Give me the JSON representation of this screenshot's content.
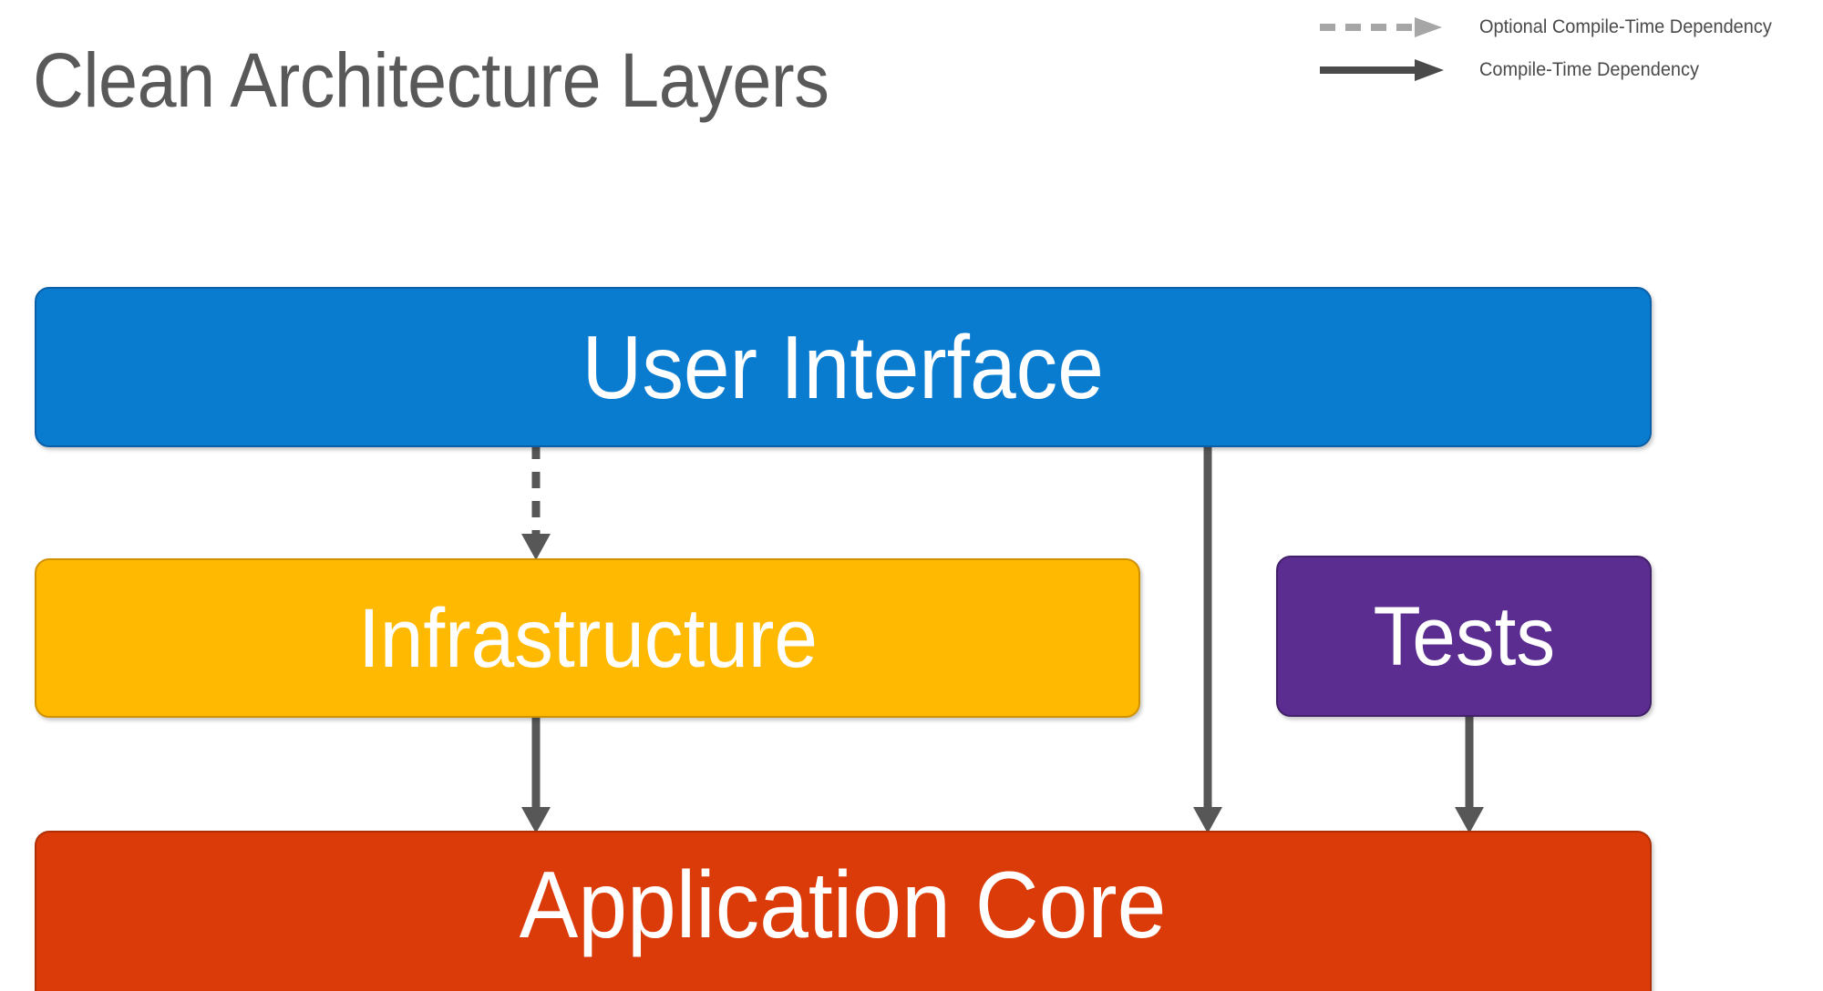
{
  "title": "Clean Architecture Layers",
  "legend": {
    "items": [
      {
        "style": "dashed",
        "icon": "dashed-arrow-right-icon",
        "label": "Optional Compile-Time Dependency",
        "color": "#A6A6A6"
      },
      {
        "style": "solid",
        "icon": "solid-arrow-right-icon",
        "label": "Compile-Time Dependency",
        "color": "#4A4A4A"
      }
    ]
  },
  "layers": [
    {
      "id": "user-interface",
      "label": "User Interface",
      "fill": "#0A7CD0",
      "stroke": "#0A60A8",
      "text_color": "#FFFFFF"
    },
    {
      "id": "infrastructure",
      "label": "Infrastructure",
      "fill": "#FFB900",
      "stroke": "#D19200",
      "text_color": "#FFFFFF"
    },
    {
      "id": "tests",
      "label": "Tests",
      "fill": "#5B2D90",
      "stroke": "#42206A",
      "text_color": "#FFFFFF"
    },
    {
      "id": "application-core",
      "label": "Application Core",
      "fill": "#DA3B08",
      "stroke": "#AF2F06",
      "text_color": "#FFFFFF"
    }
  ],
  "connectors": [
    {
      "id": "ui-to-infrastructure",
      "from": "user-interface",
      "to": "infrastructure",
      "style": "dashed",
      "dependency": "Optional Compile-Time Dependency",
      "color": "#575757"
    },
    {
      "id": "ui-to-application-core",
      "from": "user-interface",
      "to": "application-core",
      "style": "solid",
      "dependency": "Compile-Time Dependency",
      "color": "#575757"
    },
    {
      "id": "infrastructure-to-application-core",
      "from": "infrastructure",
      "to": "application-core",
      "style": "solid",
      "dependency": "Compile-Time Dependency",
      "color": "#575757"
    },
    {
      "id": "tests-to-application-core",
      "from": "tests",
      "to": "application-core",
      "style": "solid",
      "dependency": "Compile-Time Dependency",
      "color": "#575757"
    }
  ]
}
